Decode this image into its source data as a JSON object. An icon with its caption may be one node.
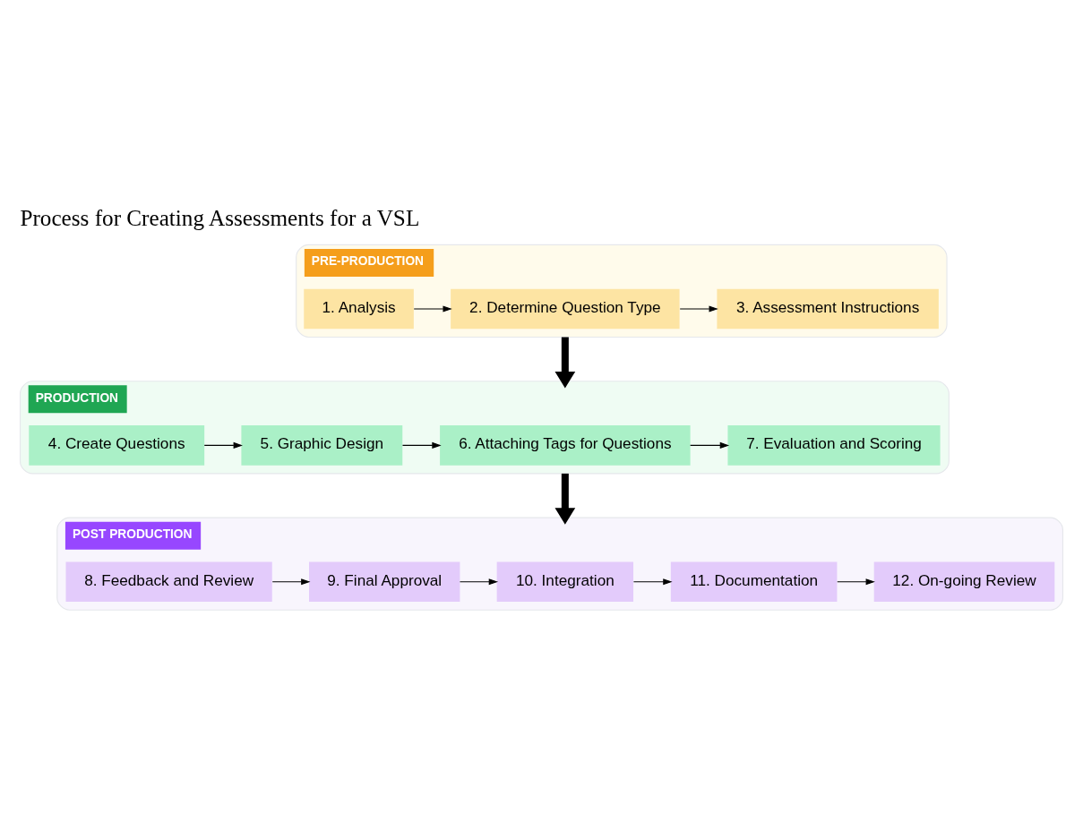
{
  "diagram": {
    "title": "Process for Creating Assessments for a VSL",
    "nodes": [
      {
        "text": [
          "PRE-PRODUCTION"
        ]
      },
      {
        "text": [
          "1. Analysis"
        ],
        "in": 0
      },
      {
        "text": [
          "2. Determine Question Type"
        ],
        "in": 0
      },
      {
        "text": [
          "3. Assessment Instructions"
        ],
        "in": 0
      },
      {
        "text": [
          "PRODUCTION"
        ]
      },
      {
        "text": [
          "4. Create Questions"
        ],
        "in": 4
      },
      {
        "text": [
          "5. Graphic Design"
        ],
        "in": 4
      },
      {
        "text": [
          "6. Attaching Tags for Questions"
        ],
        "in": 4
      },
      {
        "text": [
          "7. Evaluation and Scoring"
        ],
        "in": 4
      },
      {
        "text": [
          "POST PRODUCTION"
        ]
      },
      {
        "text": [
          "8. Feedback and Review"
        ],
        "in": 9
      },
      {
        "text": [
          "9. Final Approval"
        ],
        "in": 9
      },
      {
        "text": [
          "10. Integration"
        ],
        "in": 9
      },
      {
        "text": [
          "11. Documentation"
        ],
        "in": 9
      },
      {
        "text": [
          "12. On-going Review"
        ],
        "in": 9
      }
    ],
    "edges": [
      {
        "from": 1,
        "to": 2,
        "arrow": "to"
      },
      {
        "from": 2,
        "to": 3,
        "arrow": "to"
      },
      {
        "from": 0,
        "to": 4,
        "arrow": "to",
        "style": "thick"
      },
      {
        "from": 5,
        "to": 6,
        "arrow": "to"
      },
      {
        "from": 6,
        "to": 7,
        "arrow": "to"
      },
      {
        "from": 7,
        "to": 8,
        "arrow": "to"
      },
      {
        "from": 4,
        "to": 9,
        "arrow": "to",
        "style": "thick"
      },
      {
        "from": 10,
        "to": 11,
        "arrow": "to"
      },
      {
        "from": 11,
        "to": 12,
        "arrow": "to"
      },
      {
        "from": 12,
        "to": 13,
        "arrow": "to"
      },
      {
        "from": 13,
        "to": 14,
        "arrow": "to"
      }
    ]
  }
}
